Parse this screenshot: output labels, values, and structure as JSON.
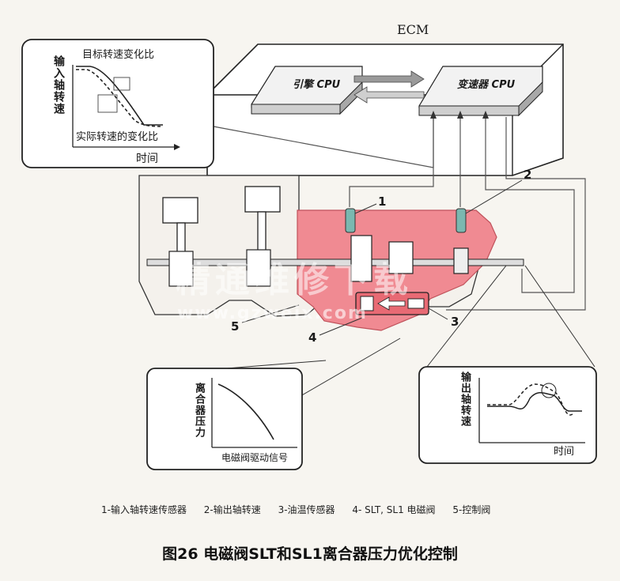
{
  "ecm": {
    "label": "ECM",
    "engine_cpu": "引擎 CPU",
    "trans_cpu": "变速器 CPU"
  },
  "input_graph": {
    "ylabel": "输入轴转速",
    "target_curve": "目标转速变化比",
    "actual_curve": "实际转速的变化比",
    "xlabel": "时间"
  },
  "pressure_graph": {
    "ylabel": "离合器压力",
    "xlabel": "电磁阀驱动信号"
  },
  "output_graph": {
    "ylabel": "输出轴转速",
    "xlabel": "时间"
  },
  "callouts": [
    "1",
    "2",
    "3",
    "4",
    "5"
  ],
  "watermark": {
    "text": "精通维修下载",
    "url": "www.gzweix.com"
  },
  "legend": [
    "1-输入轴转速传感器",
    "2-输出轴转速",
    "3-油温传感器",
    "4- SLT, SL1 电磁阀",
    "5-控制阀"
  ],
  "caption": "图26 电磁阀SLT和SL1离合器压力优化控制",
  "colors": {
    "housing": "#f08a92",
    "sensor": "#7ab8b0",
    "line": "#444444"
  }
}
